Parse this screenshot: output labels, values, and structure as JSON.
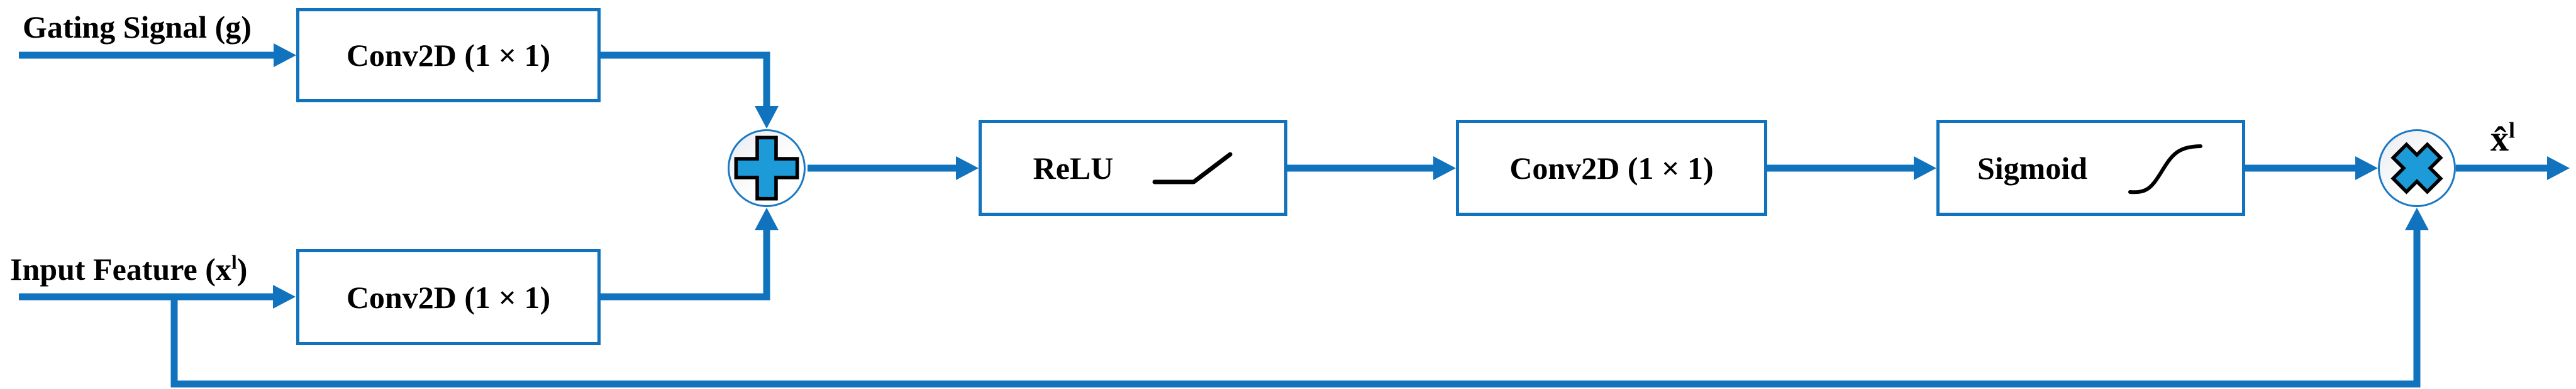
{
  "figure": {
    "type": "attention-gate-block-diagram",
    "labels": {
      "gating": "Gating Signal (g)",
      "input_feature": {
        "prefix": "Input Feature (x",
        "sup": "l",
        "suffix": ")"
      },
      "output": {
        "base": "x̂",
        "sup": "l"
      }
    },
    "boxes": {
      "conv_gating": "Conv2D (1 × 1)",
      "conv_input": "Conv2D (1 × 1)",
      "relu": "ReLU",
      "conv_mid": "Conv2D (1 × 1)",
      "sigmoid": "Sigmoid"
    },
    "operators": {
      "add": "+",
      "multiply": "×"
    },
    "icons": {
      "add": "plus-icon",
      "multiply": "multiply-icon",
      "relu": "relu-curve-icon",
      "sigmoid": "sigmoid-curve-icon"
    },
    "colors": {
      "connector": "#1173BD",
      "box_border": "#1173BD",
      "operator_fill": "#1D9BD8",
      "operator_outline": "#000000",
      "text": "#000000",
      "background": "#FFFFFF"
    }
  }
}
